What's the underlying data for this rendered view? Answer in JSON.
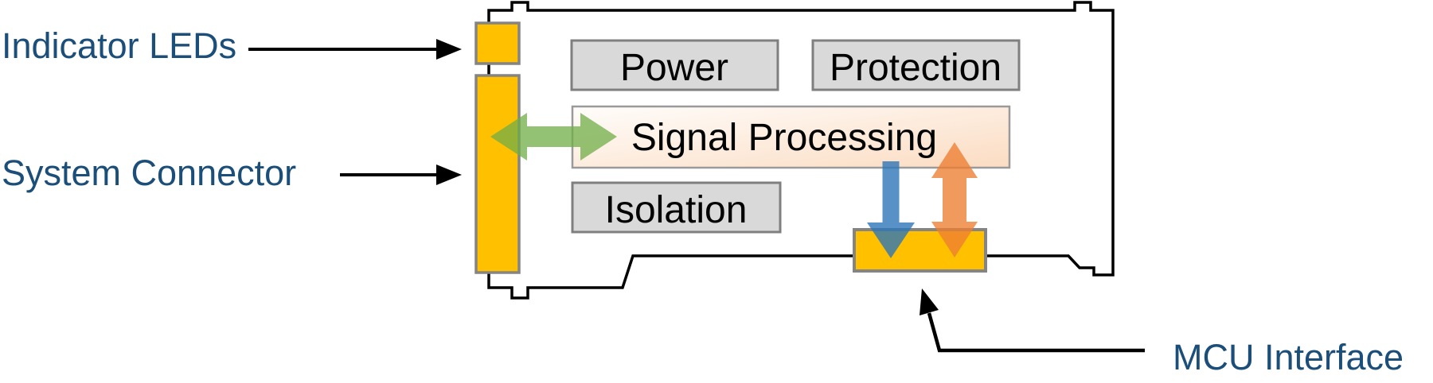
{
  "diagram": {
    "title": "card-block-diagram",
    "labels": {
      "indicator_leds": "Indicator LEDs",
      "system_connector": "System Connector",
      "mcu_interface": "MCU Interface"
    },
    "blocks": {
      "power": "Power",
      "protection": "Protection",
      "signal_processing": "Signal Processing",
      "isolation": "Isolation"
    },
    "icons": {
      "green_arrow": "bidirectional-horizontal-arrow",
      "blue_arrow": "down-arrow",
      "orange_arrow": "bidirectional-vertical-arrow",
      "black_arrows": "pointer-arrow"
    },
    "colors": {
      "board_fill": "#FFFFFF",
      "board_stroke": "#000000",
      "highlight_yellow": "#FFC000",
      "yellow_border": "#848484",
      "block_gray_fill": "#D9D9D9",
      "block_gray_border": "#7F7F7F",
      "signal_border": "#9A9A9A",
      "signal_gradient_start": "#FFFDFB",
      "signal_gradient_end": "#FBDCC2",
      "label_blue": "#1B4E79",
      "arrow_green": "rgba(112,173,71,0.75)",
      "arrow_blue": "rgba(46,117,182,0.8)",
      "arrow_orange": "rgba(237,125,49,0.78)",
      "callout_black": "#000000"
    }
  }
}
